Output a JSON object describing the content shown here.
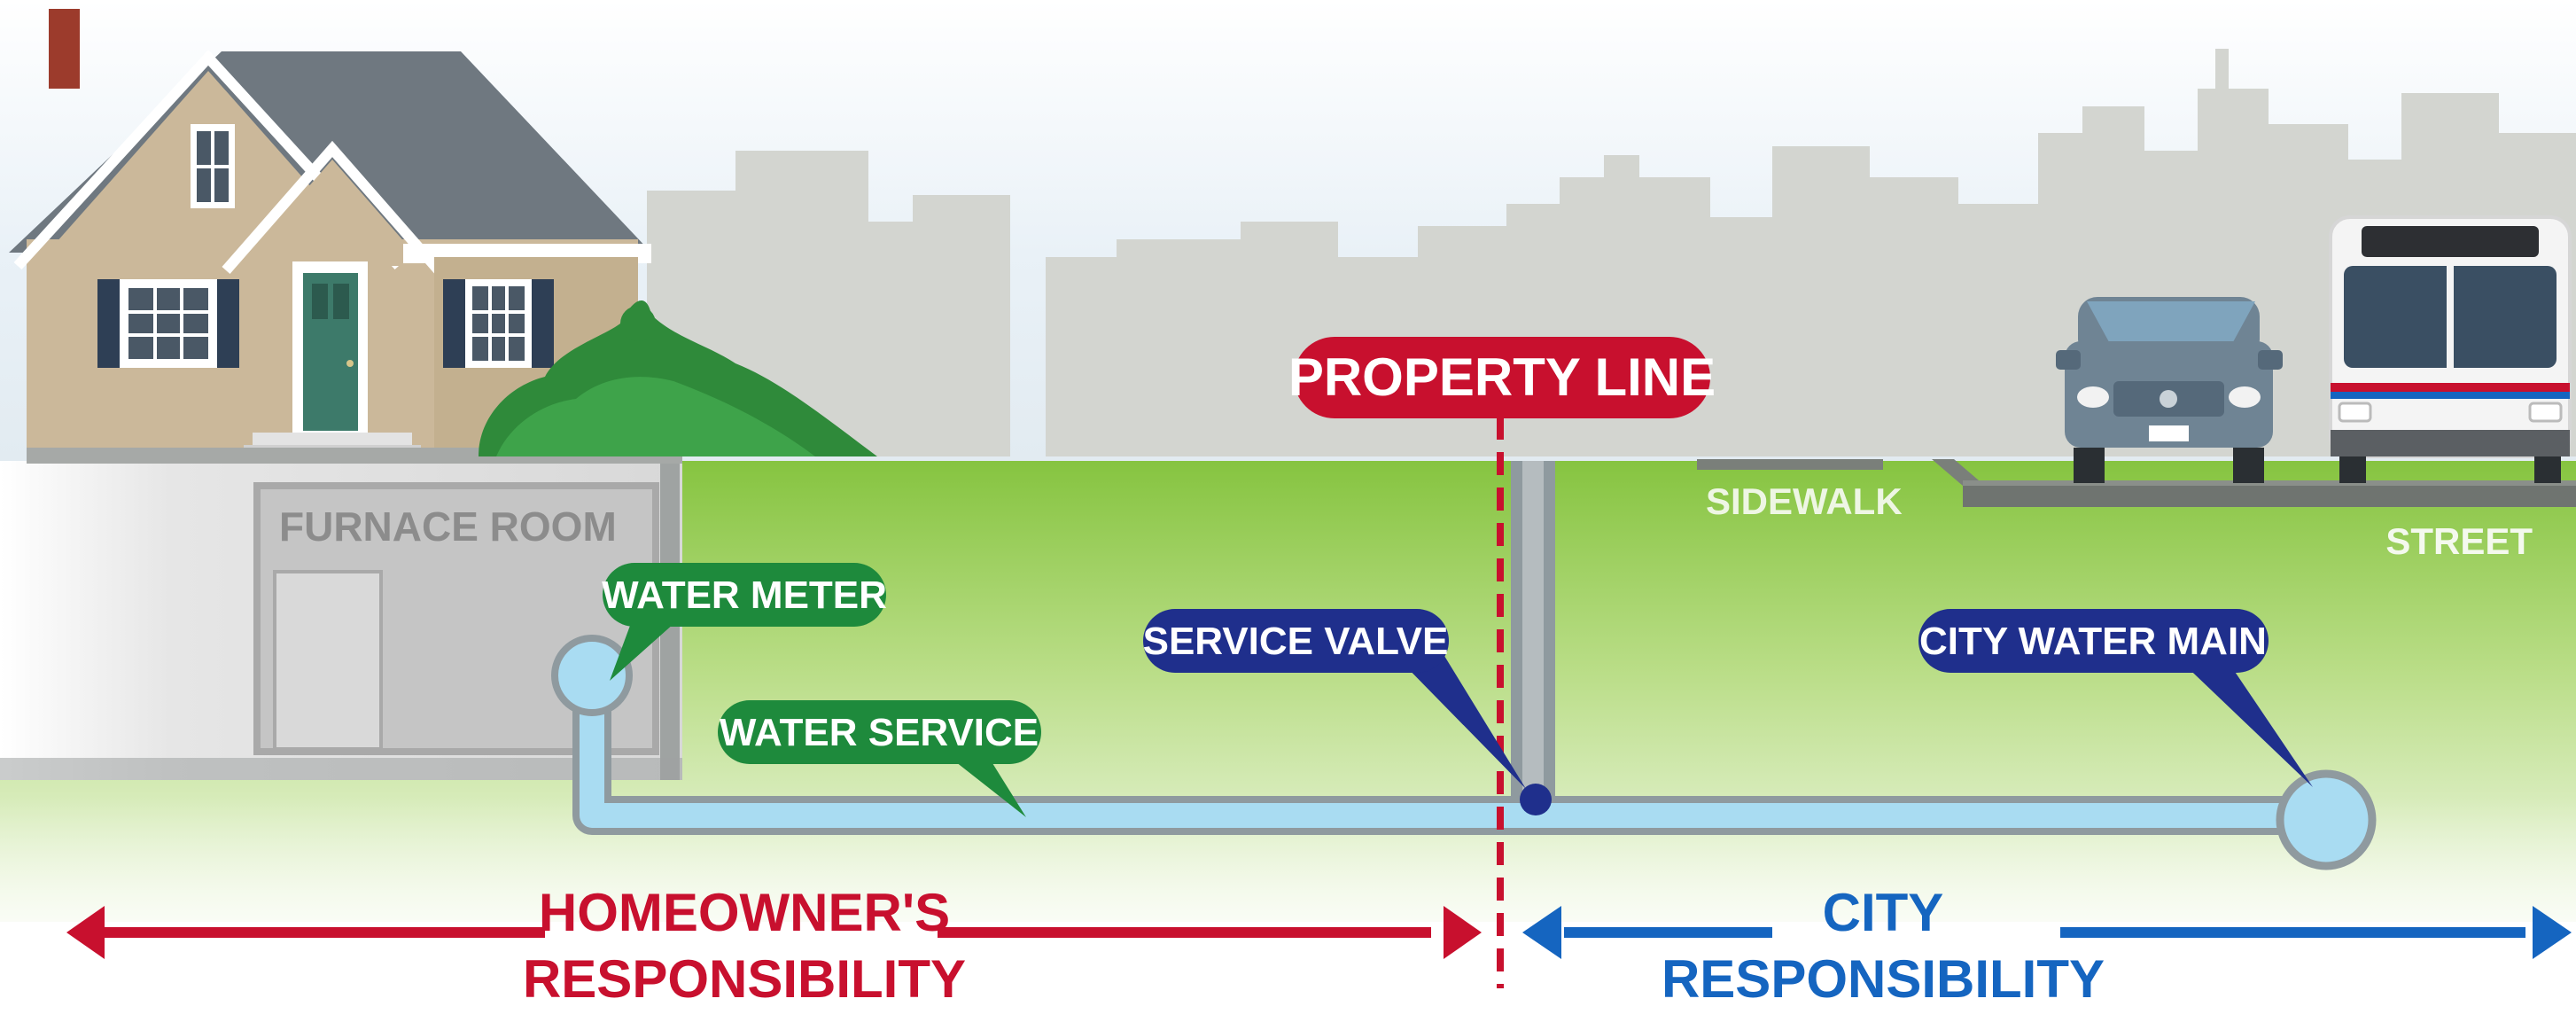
{
  "labels": {
    "property_line": "PROPERTY LINE",
    "furnace_room": "FURNACE ROOM",
    "sidewalk": "SIDEWALK",
    "street": "STREET",
    "water_meter": "WATER METER",
    "water_service": "WATER SERVICE",
    "service_valve": "SERVICE VALVE",
    "city_water_main": "CITY WATER MAIN",
    "homeowner_line1": "HOMEOWNER'S",
    "homeowner_line2": "RESPONSIBILITY",
    "city_line1": "CITY",
    "city_line2": "RESPONSIBILITY"
  },
  "colors": {
    "homeowner_red": "#c8102e",
    "city_blue": "#1565c0",
    "callout_green": "#1e8a3c",
    "callout_navy": "#1f2f8c",
    "pipe_water": "#a9dcf2",
    "pipe_outline": "#8f9a9f",
    "lawn": "#8cc63f",
    "skyline": "#cfd3cf"
  },
  "icons": [
    "house-icon",
    "car-icon",
    "bus-icon",
    "shrub-icon",
    "city-skyline-icon"
  ]
}
